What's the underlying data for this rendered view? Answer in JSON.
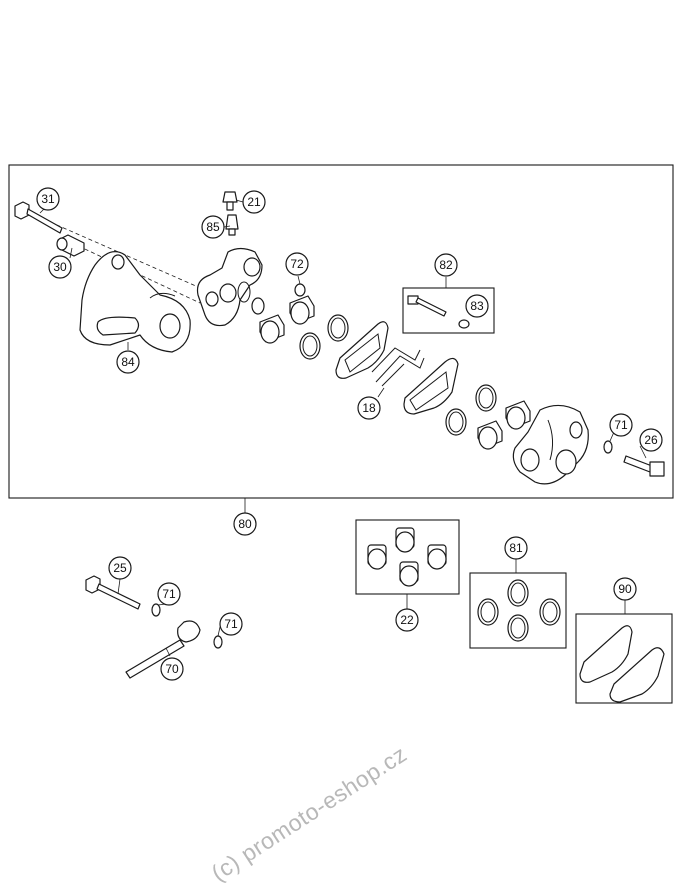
{
  "diagram": {
    "callouts": {
      "p31": "31",
      "p21": "21",
      "p85": "85",
      "p30": "30",
      "p72": "72",
      "p82": "82",
      "p83": "83",
      "p84": "84",
      "p18": "18",
      "p71a": "71",
      "p26": "26",
      "p80": "80",
      "p22": "22",
      "p81": "81",
      "p25": "25",
      "p71b": "71",
      "p71c": "71",
      "p70": "70",
      "p90": "90"
    },
    "watermark": "(c) promoto-eshop.cz"
  }
}
